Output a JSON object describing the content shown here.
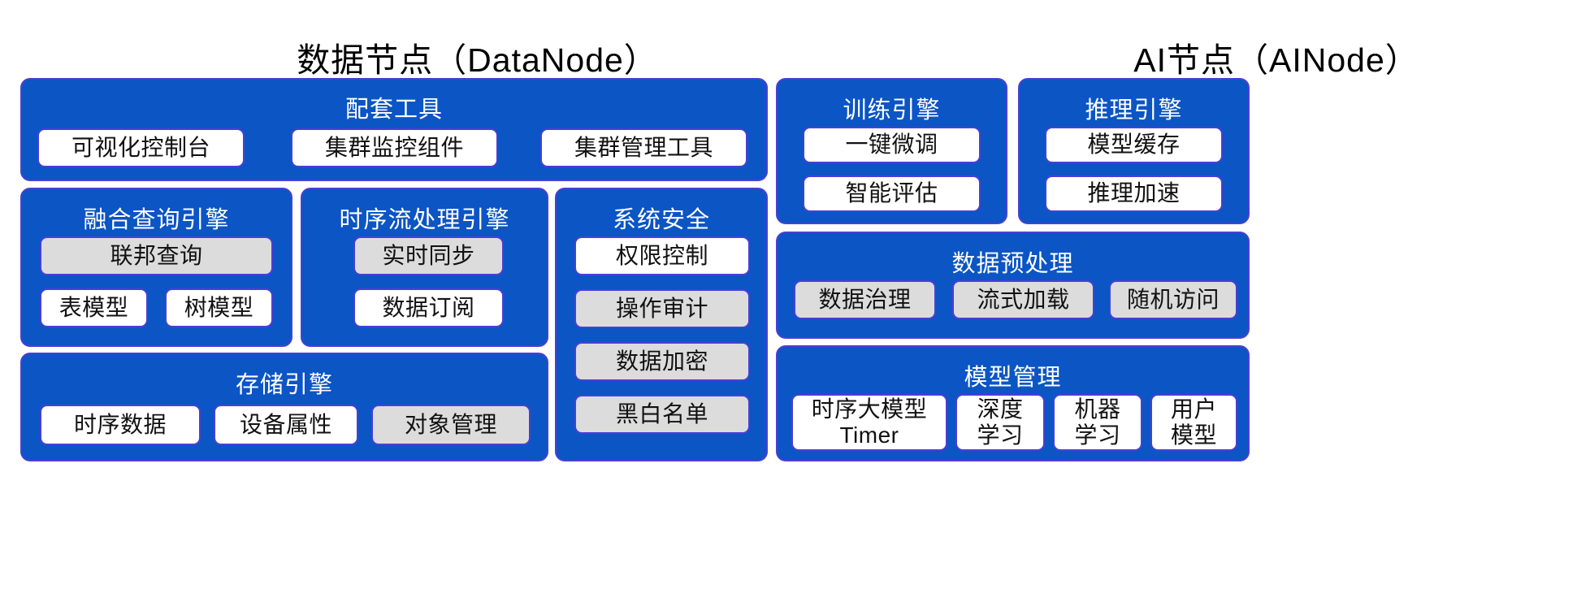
{
  "columns": {
    "datanode_title": "数据节点（DataNode）",
    "ainode_title": "AI节点（AINode）"
  },
  "colors": {
    "panel_blue": "#0b55c4",
    "panel_border": "#4a3fd6",
    "chip_white": "#ffffff",
    "chip_gray": "#dcdcdc",
    "title_text": "#000000",
    "panel_title_text": "#ffffff"
  },
  "datanode": {
    "tools": {
      "title": "配套工具",
      "items": [
        {
          "label": "可视化控制台",
          "style": "white"
        },
        {
          "label": "集群监控组件",
          "style": "white"
        },
        {
          "label": "集群管理工具",
          "style": "white"
        }
      ]
    },
    "fusion_query": {
      "title": "融合查询引擎",
      "items": [
        {
          "label": "联邦查询",
          "style": "gray"
        },
        {
          "label": "表模型",
          "style": "white"
        },
        {
          "label": "树模型",
          "style": "white"
        }
      ]
    },
    "stream_engine": {
      "title": "时序流处理引擎",
      "items": [
        {
          "label": "实时同步",
          "style": "gray"
        },
        {
          "label": "数据订阅",
          "style": "white"
        }
      ]
    },
    "security": {
      "title": "系统安全",
      "items": [
        {
          "label": "权限控制",
          "style": "white"
        },
        {
          "label": "操作审计",
          "style": "gray"
        },
        {
          "label": "数据加密",
          "style": "gray"
        },
        {
          "label": "黑白名单",
          "style": "gray"
        }
      ]
    },
    "storage_engine": {
      "title": "存储引擎",
      "items": [
        {
          "label": "时序数据",
          "style": "white"
        },
        {
          "label": "设备属性",
          "style": "white"
        },
        {
          "label": "对象管理",
          "style": "gray"
        }
      ]
    }
  },
  "ainode": {
    "training_engine": {
      "title": "训练引擎",
      "items": [
        {
          "label": "一键微调",
          "style": "white"
        },
        {
          "label": "智能评估",
          "style": "white"
        }
      ]
    },
    "inference_engine": {
      "title": "推理引擎",
      "items": [
        {
          "label": "模型缓存",
          "style": "white"
        },
        {
          "label": "推理加速",
          "style": "white"
        }
      ]
    },
    "preprocessing": {
      "title": "数据预处理",
      "items": [
        {
          "label": "数据治理",
          "style": "gray"
        },
        {
          "label": "流式加载",
          "style": "gray"
        },
        {
          "label": "随机访问",
          "style": "gray"
        }
      ]
    },
    "model_management": {
      "title": "模型管理",
      "items": [
        {
          "label": "时序大模型\nTimer",
          "style": "white"
        },
        {
          "label": "深度\n学习",
          "style": "white"
        },
        {
          "label": "机器\n学习",
          "style": "white"
        },
        {
          "label": "用户\n模型",
          "style": "white"
        }
      ]
    }
  }
}
